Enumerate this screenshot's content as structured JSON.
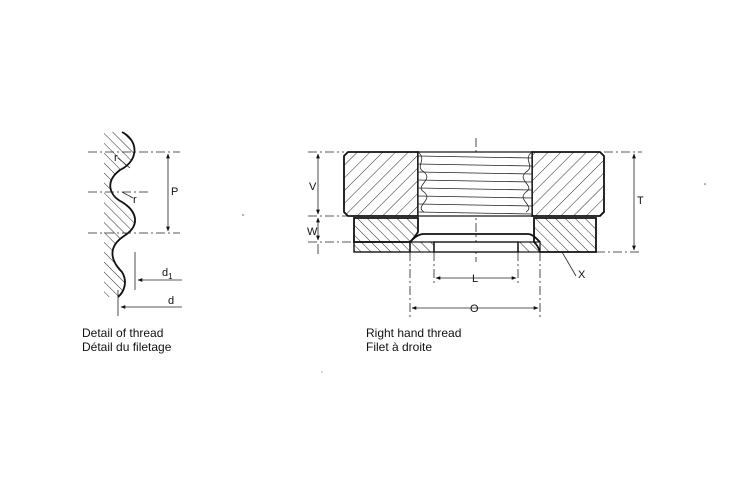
{
  "thread_detail": {
    "caption_en": "Detail of thread",
    "caption_fr": "Détail du filetage",
    "labels": {
      "r_top": "r",
      "r_mid": "r",
      "pitch": "P",
      "d1_main": "d",
      "d1_sub": "1",
      "d": "d"
    }
  },
  "nut_section": {
    "caption_en": "Right hand thread",
    "caption_fr": "Filet à droite",
    "labels": {
      "V": "V",
      "W": "W",
      "T": "T",
      "L": "L",
      "O": "O",
      "X": "X"
    }
  }
}
